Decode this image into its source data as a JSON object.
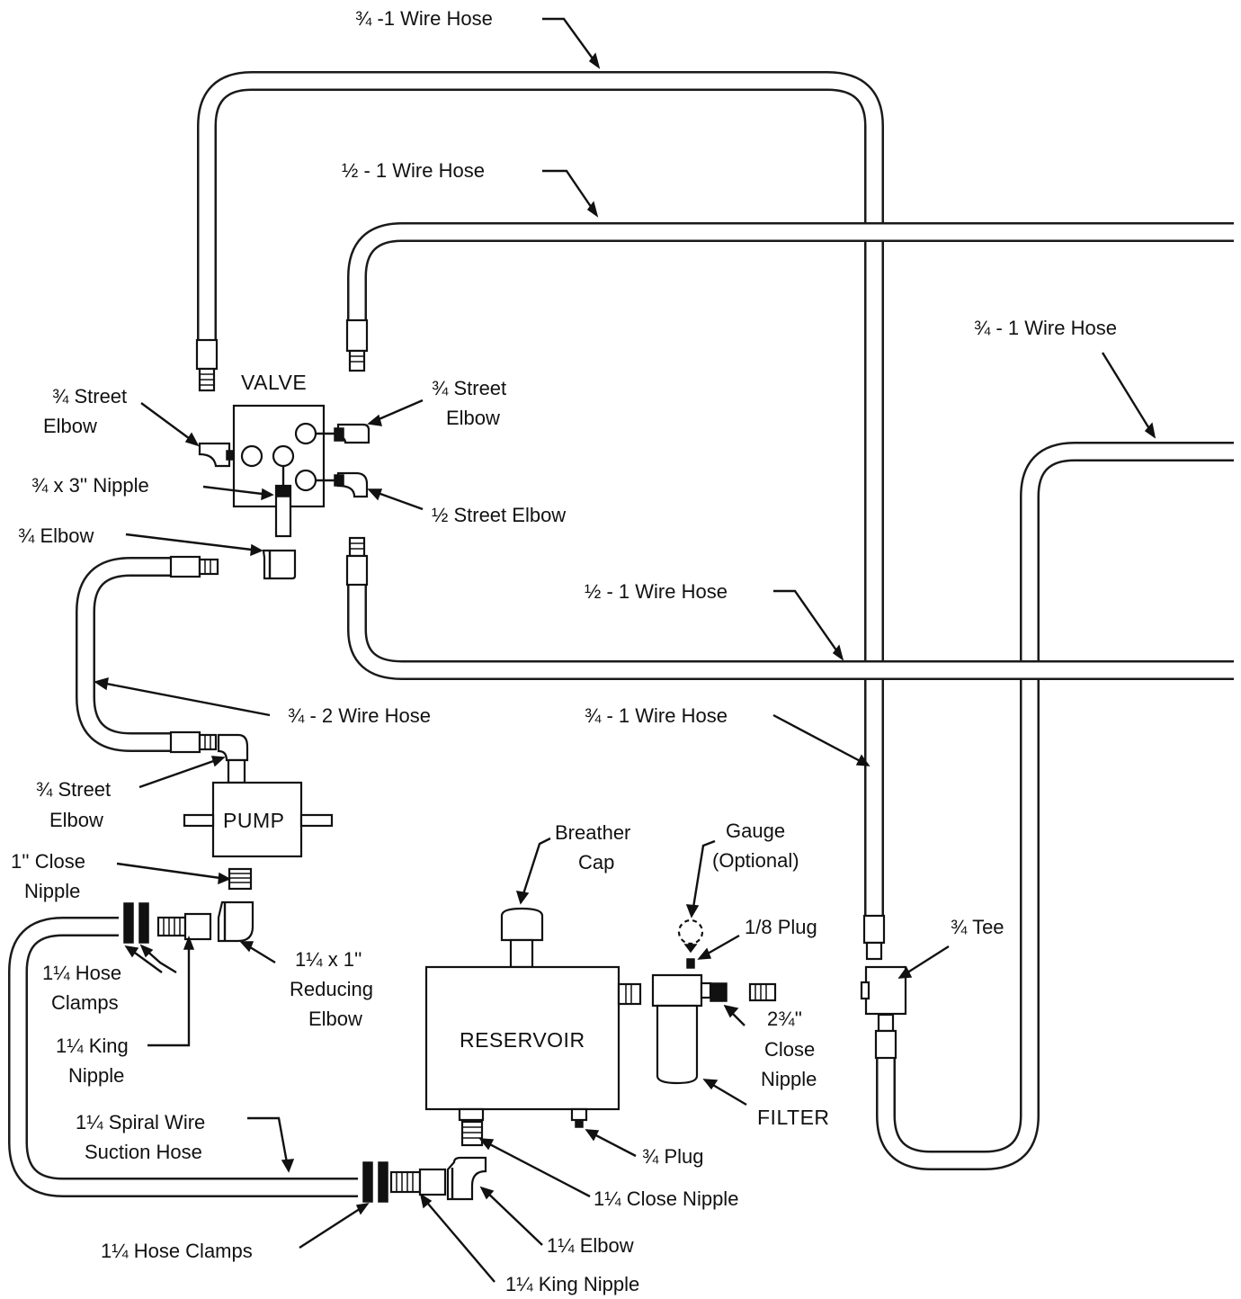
{
  "labels": {
    "hose_34_1_top": "¾ -1 Wire Hose",
    "hose_12_1_top": "½ - 1 Wire Hose",
    "hose_34_1_right": "¾ - 1 Wire Hose",
    "hose_12_1_mid": "½ - 1 Wire Hose",
    "hose_34_1_mid": "¾ - 1 Wire Hose",
    "hose_34_2": "¾ - 2 Wire Hose",
    "valve": "VALVE",
    "street_elbow_left_1": "¾ Street",
    "street_elbow_left_2": "Elbow",
    "street_elbow_right_1": "¾ Street",
    "street_elbow_right_2": "Elbow",
    "nipple_3in": "¾ x 3'' Nipple",
    "half_street_elbow": "½ Street Elbow",
    "elbow_34": "¾ Elbow",
    "pump_street_elbow_1": "¾ Street",
    "pump_street_elbow_2": "Elbow",
    "pump": "PUMP",
    "close_nipple_1in_1": "1'' Close",
    "close_nipple_1in_2": "Nipple",
    "hose_clamps_upper_1": "1¼ Hose",
    "hose_clamps_upper_2": "Clamps",
    "king_nipple_upper_1": "1¼ King",
    "king_nipple_upper_2": "Nipple",
    "reducing_elbow_1": "1¼ x 1''",
    "reducing_elbow_2": "Reducing",
    "reducing_elbow_3": "Elbow",
    "suction_hose_1": "1¼ Spiral Wire",
    "suction_hose_2": "Suction Hose",
    "hose_clamps_lower": "1¼ Hose Clamps",
    "king_nipple_lower": "1¼ King Nipple",
    "elbow_114": "1¼ Elbow",
    "close_nipple_114": "1¼ Close Nipple",
    "plug_34": "¾ Plug",
    "breather_cap_1": "Breather",
    "breather_cap_2": "Cap",
    "reservoir": "RESERVOIR",
    "gauge_1": "Gauge",
    "gauge_2": "(Optional)",
    "plug_18": "1/8 Plug",
    "close_nipple_234_1": "2¾''",
    "close_nipple_234_2": "Close",
    "close_nipple_234_3": "Nipple",
    "filter": "FILTER",
    "tee_34": "¾ Tee"
  }
}
